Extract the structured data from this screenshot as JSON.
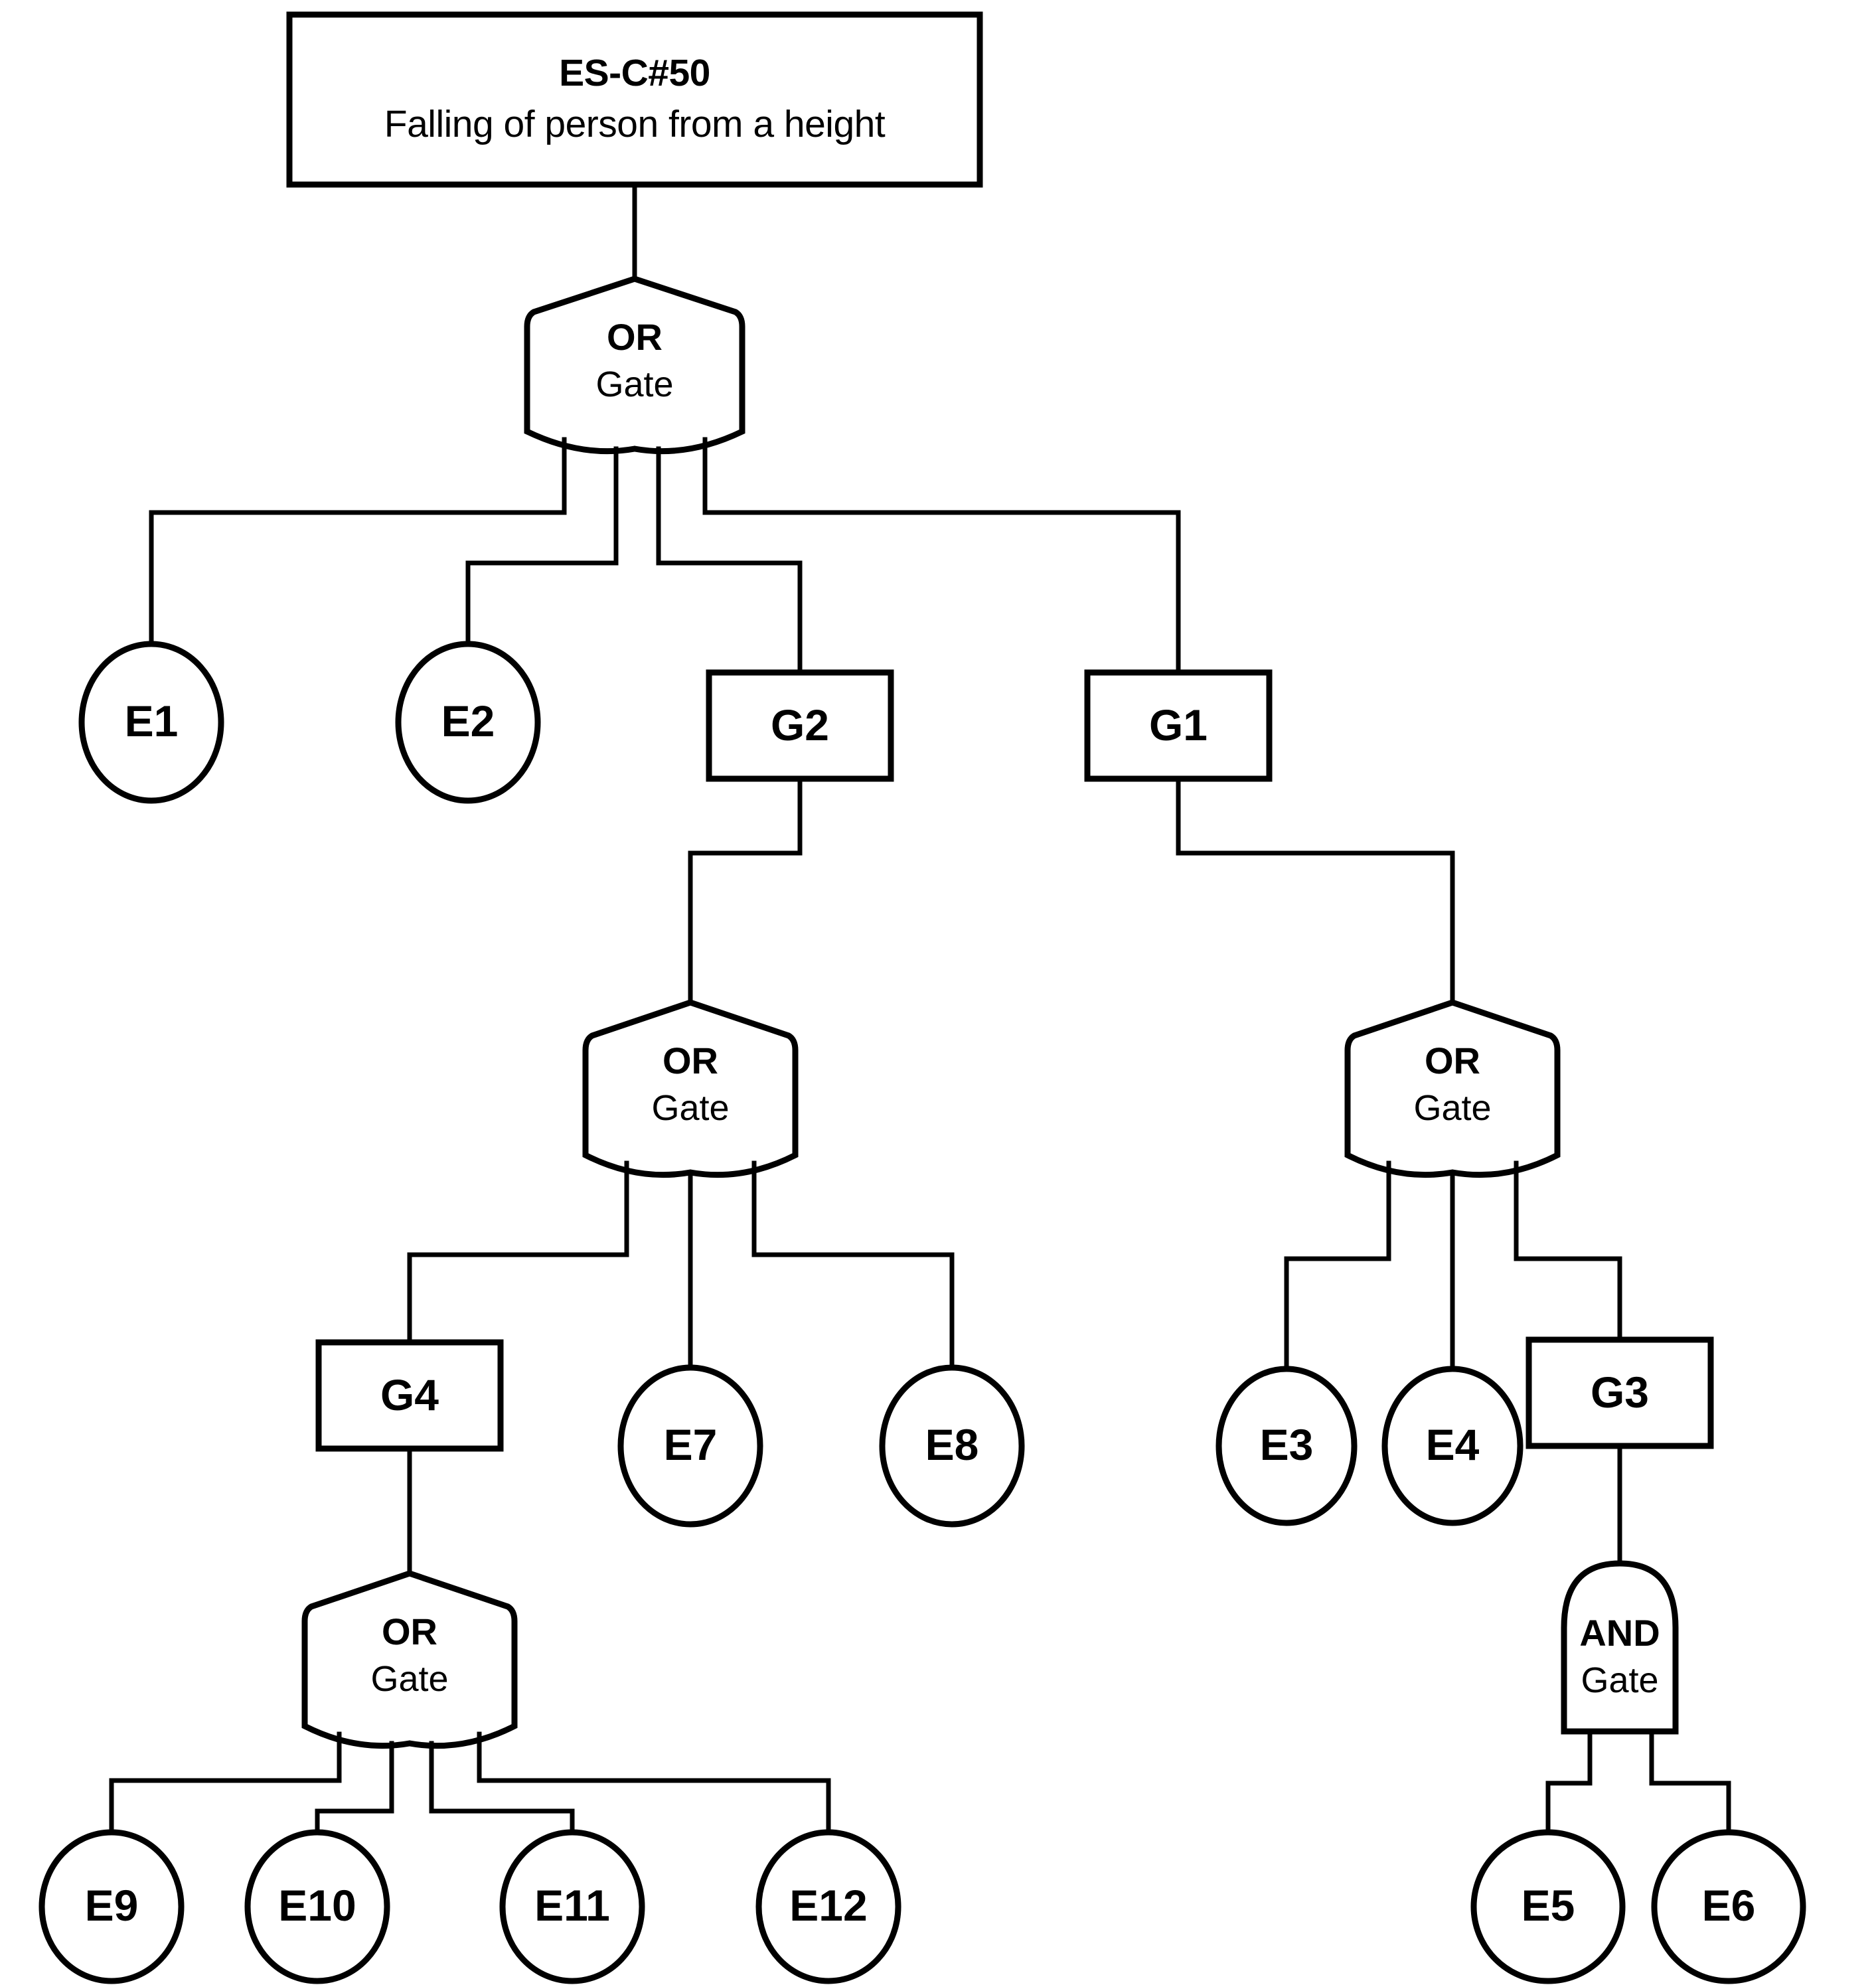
{
  "diagram": {
    "type": "fault-tree",
    "title_id": "ES-C#50",
    "title_text": "Falling of person from a height",
    "stroke_color": "#000000",
    "fill_color": "#ffffff"
  },
  "top_event": {
    "id_label": "ES-C#50",
    "description": "Falling of person from a height",
    "shape": "rectangle"
  },
  "gates": [
    {
      "key": "gate_top",
      "type": "OR",
      "type_label": "OR",
      "word_label": "Gate",
      "parent": "top_event",
      "children": [
        "E1",
        "E2",
        "G2",
        "G1"
      ]
    },
    {
      "key": "gate_g2",
      "type": "OR",
      "type_label": "OR",
      "word_label": "Gate",
      "parent": "G2",
      "children": [
        "G4",
        "E7",
        "E8"
      ]
    },
    {
      "key": "gate_g1",
      "type": "OR",
      "type_label": "OR",
      "word_label": "Gate",
      "parent": "G1",
      "children": [
        "E3",
        "E4",
        "G3"
      ]
    },
    {
      "key": "gate_g4",
      "type": "OR",
      "type_label": "OR",
      "word_label": "Gate",
      "parent": "G4",
      "children": [
        "E9",
        "E10",
        "E11",
        "E12"
      ]
    },
    {
      "key": "gate_g3",
      "type": "AND",
      "type_label": "AND",
      "word_label": "Gate",
      "parent": "G3",
      "children": [
        "E5",
        "E6"
      ]
    }
  ],
  "transfer_nodes": [
    {
      "key": "G1",
      "label": "G1",
      "shape": "rectangle"
    },
    {
      "key": "G2",
      "label": "G2",
      "shape": "rectangle"
    },
    {
      "key": "G3",
      "label": "G3",
      "shape": "rectangle"
    },
    {
      "key": "G4",
      "label": "G4",
      "shape": "rectangle"
    }
  ],
  "basic_events": [
    {
      "key": "E1",
      "label": "E1",
      "shape": "ellipse"
    },
    {
      "key": "E2",
      "label": "E2",
      "shape": "ellipse"
    },
    {
      "key": "E3",
      "label": "E3",
      "shape": "ellipse"
    },
    {
      "key": "E4",
      "label": "E4",
      "shape": "ellipse"
    },
    {
      "key": "E5",
      "label": "E5",
      "shape": "circle"
    },
    {
      "key": "E6",
      "label": "E6",
      "shape": "circle"
    },
    {
      "key": "E7",
      "label": "E7",
      "shape": "ellipse"
    },
    {
      "key": "E8",
      "label": "E8",
      "shape": "ellipse"
    },
    {
      "key": "E9",
      "label": "E9",
      "shape": "ellipse"
    },
    {
      "key": "E10",
      "label": "E10",
      "shape": "ellipse"
    },
    {
      "key": "E11",
      "label": "E11",
      "shape": "ellipse"
    },
    {
      "key": "E12",
      "label": "E12",
      "shape": "ellipse"
    }
  ]
}
